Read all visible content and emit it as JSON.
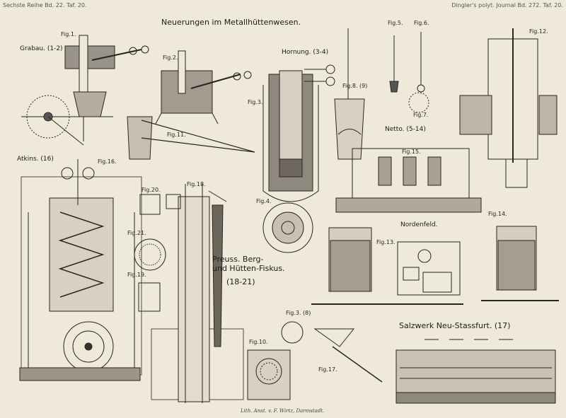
{
  "header": {
    "left": "Sechste Reihe Bd. 22. Taf. 20.",
    "right": "Dingler's polyt. Journal Bd. 272. Taf. 20."
  },
  "title": "Neuerungen im Metallhüttenwesen.",
  "groups": {
    "grabau": "Grabau. (1-2)",
    "hornung": "Hornung. (3-4)",
    "atkins": "Atkins. (16)",
    "netto": "Netto. (5-14)",
    "nordenfeld": "Nordenfeld.",
    "preuss_line1": "Preuss. Berg-",
    "preuss_line2": "und Hütten-Fiskus.",
    "preuss_line3": "(18-21)",
    "salzwerk": "Salzwerk Neu-Stassfurt. (17)"
  },
  "figures": {
    "fig1": "Fig.1.",
    "fig2": "Fig.2.",
    "fig3": "Fig.3.",
    "fig4": "Fig.4.",
    "fig5": "Fig.5.",
    "fig6": "Fig.6.",
    "fig7": "Fig.7.",
    "fig8": "Fig.8. (9)",
    "fig10": "Fig.10.",
    "fig11": "Fig.11.",
    "fig12": "Fig.12.",
    "fig13": "Fig.13.",
    "fig14": "Fig.14.",
    "fig15": "Fig.15.",
    "fig16": "Fig.16.",
    "fig17": "Fig.17.",
    "fig18": "Fig.18.",
    "fig19": "Fig.19.",
    "fig20": "Fig.20.",
    "fig21": "Fig.21.",
    "fig3b": "Fig.3. (8)"
  },
  "footer": "Lith. Anst. v. F. Wirtz, Darmstadt."
}
